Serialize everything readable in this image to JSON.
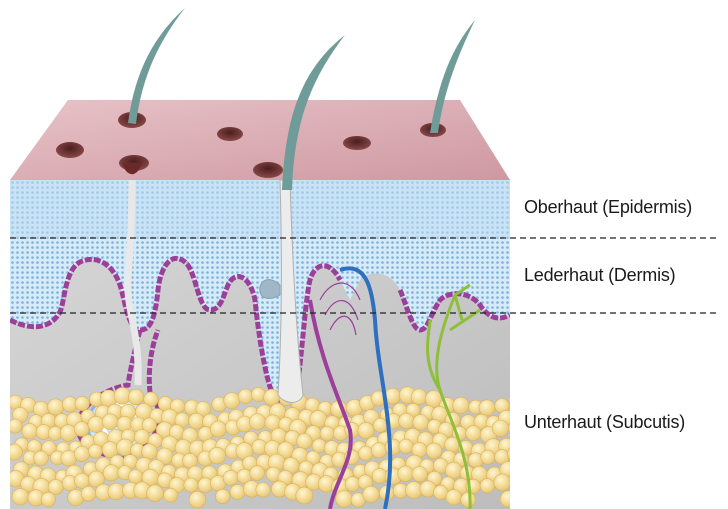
{
  "labels": {
    "epidermis": "Oberhaut (Epidermis)",
    "dermis": "Lederhaut (Dermis)",
    "subcutis": "Unterhaut (Subcutis)"
  },
  "colors": {
    "skin_surface": "#d9a7ae",
    "epidermis": "#b8d8f2",
    "dermis_dots": "#7fb0d8",
    "subcutis": "#c9c9c9",
    "membrane": "#9b3f9a",
    "fat_cells": "#f0d27a",
    "hair": "#6f9c98",
    "artery": "#2f6fc0",
    "nerve": "#8fbf3a"
  }
}
